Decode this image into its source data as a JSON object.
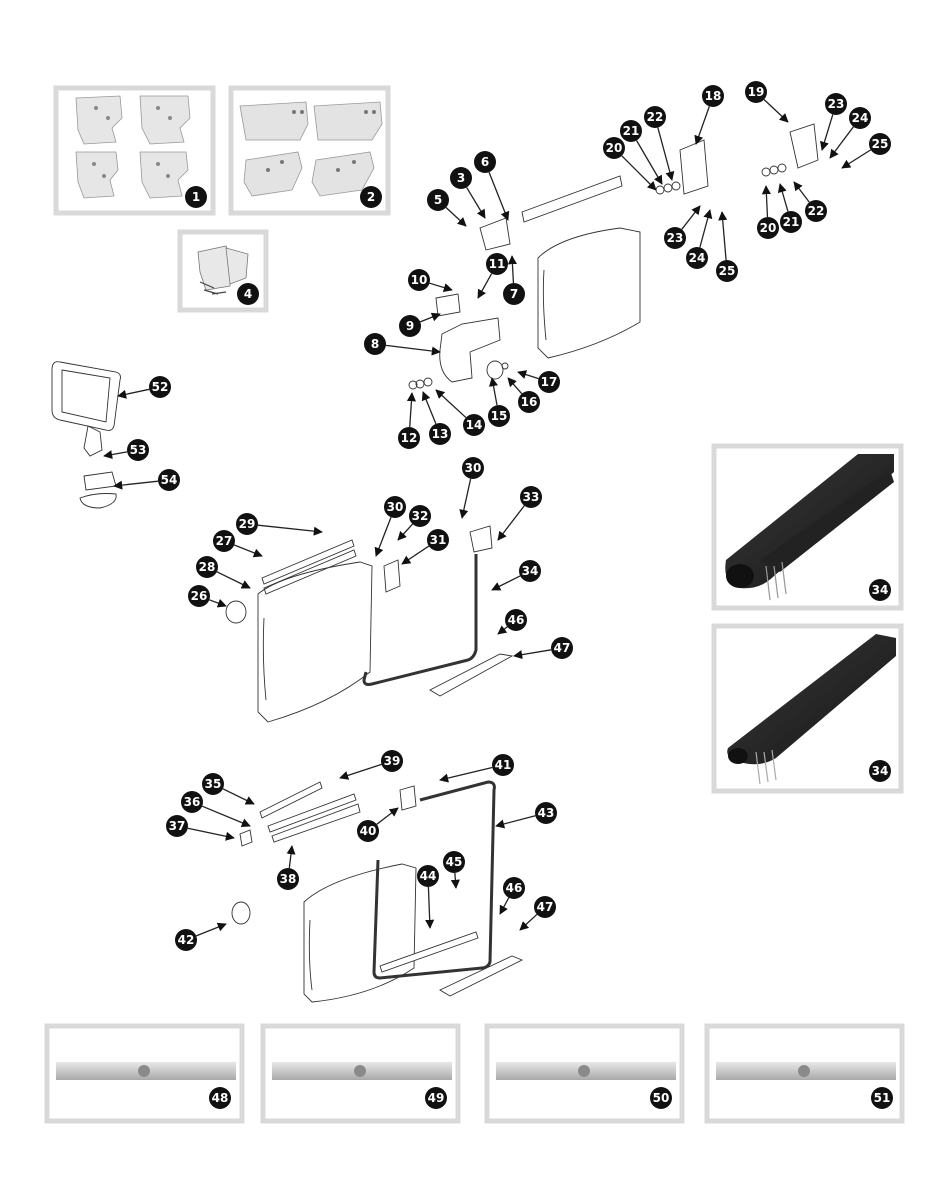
{
  "callouts": [
    "1",
    "2",
    "3",
    "4",
    "5",
    "6",
    "7",
    "8",
    "9",
    "10",
    "11",
    "12",
    "13",
    "14",
    "15",
    "16",
    "17",
    "18",
    "19",
    "20",
    "21",
    "22",
    "23",
    "24",
    "25",
    "26",
    "27",
    "28",
    "29",
    "30",
    "31",
    "32",
    "33",
    "34",
    "35",
    "36",
    "37",
    "38",
    "39",
    "40",
    "41",
    "42",
    "43",
    "44",
    "45",
    "46",
    "47",
    "48",
    "49",
    "50",
    "51",
    "52",
    "53",
    "54"
  ],
  "labels": {
    "n1": "1",
    "n2": "2",
    "n3": "3",
    "n4": "4",
    "n5": "5",
    "n6": "6",
    "n7": "7",
    "n8": "8",
    "n9": "9",
    "n10": "10",
    "n11": "11",
    "n12": "12",
    "n13": "13",
    "n14": "14",
    "n15": "15",
    "n16": "16",
    "n17": "17",
    "n18": "18",
    "n19": "19",
    "n20": "20",
    "n21": "21",
    "n22": "22",
    "n23": "23",
    "n24": "24",
    "n25": "25",
    "n26": "26",
    "n27": "27",
    "n28": "28",
    "n29": "29",
    "n30": "30",
    "n31": "31",
    "n32": "32",
    "n33": "33",
    "n34": "34",
    "n35": "35",
    "n36": "36",
    "n37": "37",
    "n38": "38",
    "n39": "39",
    "n40": "40",
    "n41": "41",
    "n42": "42",
    "n43": "43",
    "n44": "44",
    "n45": "45",
    "n46": "46",
    "n47": "47",
    "n48": "48",
    "n49": "49",
    "n50": "50",
    "n51": "51",
    "n52": "52",
    "n53": "53",
    "n54": "54"
  },
  "colors": {
    "frame": "#d9d9d9",
    "badge": "#111111",
    "line": "#222222",
    "seal": "#2a2a2a",
    "panel": "#f3f3f3"
  }
}
